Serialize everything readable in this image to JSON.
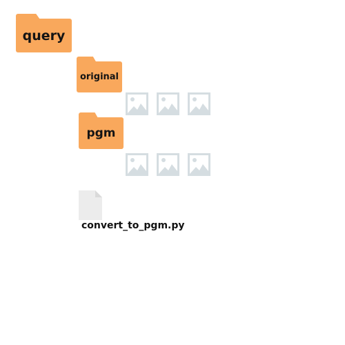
{
  "tree": {
    "root_folder": {
      "label": "query",
      "icon": "folder-icon"
    },
    "subfolders": [
      {
        "label": "original",
        "icon": "folder-icon",
        "image_icons": [
          "image-icon",
          "image-icon",
          "image-icon"
        ]
      },
      {
        "label": "pgm",
        "icon": "folder-icon",
        "image_icons": [
          "image-icon",
          "image-icon",
          "image-icon"
        ]
      }
    ],
    "file": {
      "label": "convert_to_pgm.py",
      "icon": "file-icon"
    }
  },
  "colors": {
    "folder": "#f9a85c",
    "image_placeholder": "#d5dde1",
    "file": "#ececec"
  }
}
